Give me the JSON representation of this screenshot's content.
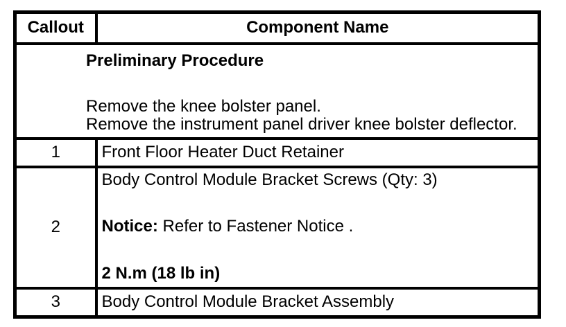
{
  "table": {
    "header": {
      "callout": "Callout",
      "component": "Component Name"
    },
    "preliminary": {
      "title": "Preliminary Procedure",
      "steps": [
        "Remove the knee bolster panel.",
        "Remove the instrument panel driver knee bolster deflector."
      ]
    },
    "rows": [
      {
        "callout": "1",
        "component": "Front Floor Heater Duct Retainer"
      },
      {
        "callout": "2",
        "component": "Body Control Module Bracket Screws (Qty: 3)",
        "notice_label": "Notice:",
        "notice_text": "Refer to Fastener Notice .",
        "torque": "2 N.m (18 lb in)"
      },
      {
        "callout": "3",
        "component": "Body Control Module Bracket Assembly"
      }
    ],
    "colors": {
      "border": "#000000",
      "background": "#ffffff",
      "text": "#000000"
    }
  }
}
